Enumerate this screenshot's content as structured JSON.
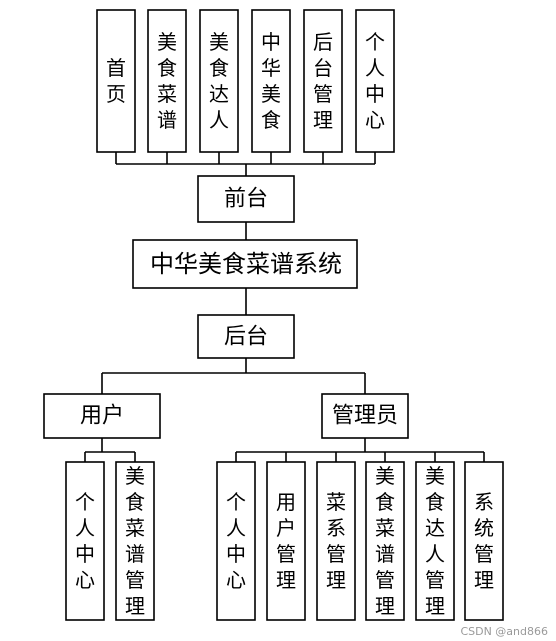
{
  "front_modules": [
    "首页",
    "美食菜谱",
    "美食达人",
    "中华美食",
    "后台管理",
    "个人中心"
  ],
  "front_label": "前台",
  "system_title": "中华美食菜谱系统",
  "back_label": "后台",
  "user_label": "用户",
  "admin_label": "管理员",
  "user_modules": [
    "个人中心",
    "美食菜谱管理"
  ],
  "admin_modules": [
    "个人中心",
    "用户管理",
    "菜系管理",
    "美食菜谱管理",
    "美食达人管理",
    "系统管理"
  ],
  "watermark": "CSDN @and866"
}
